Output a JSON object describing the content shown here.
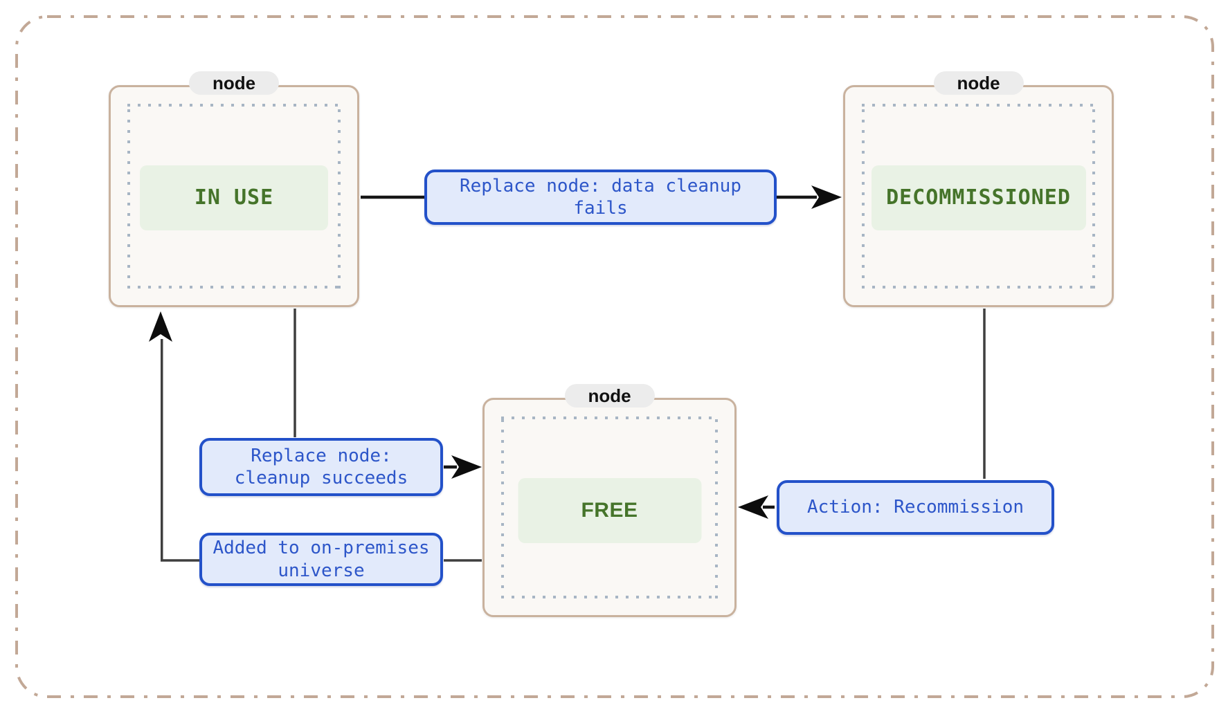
{
  "diagram": {
    "nodes": [
      {
        "id": "node-in-use",
        "tab": "node",
        "state": "IN USE"
      },
      {
        "id": "node-decommissioned",
        "tab": "node",
        "state": "DECOMMISSIONED"
      },
      {
        "id": "node-free",
        "tab": "node",
        "state": "FREE"
      }
    ],
    "edges": [
      {
        "from": "IN USE",
        "to": "DECOMMISSIONED",
        "label": "Replace node: data cleanup fails"
      },
      {
        "from": "IN USE",
        "to": "FREE",
        "label": "Replace node: cleanup succeeds"
      },
      {
        "from": "DECOMMISSIONED",
        "to": "FREE",
        "label": "Action: Recommission"
      },
      {
        "from": "FREE",
        "to": "IN USE",
        "label": "Added to on-premises universe"
      }
    ],
    "colors": {
      "outer-border": "#c2a896",
      "node-border": "#c9b29e",
      "node-bg": "#faf8f5",
      "node-tab-bg": "#ececec",
      "node-tab-text": "#111111",
      "dot-border": "#a7b5c4",
      "state-bg": "#e9f2e5",
      "state-text": "#45742a",
      "edge-label-bg": "#e2eafb",
      "edge-label-border": "#2351c9",
      "edge-label-text": "#2d56c9",
      "edge-line": "#3f3f3f",
      "arrow": "#0d0d0d"
    }
  }
}
